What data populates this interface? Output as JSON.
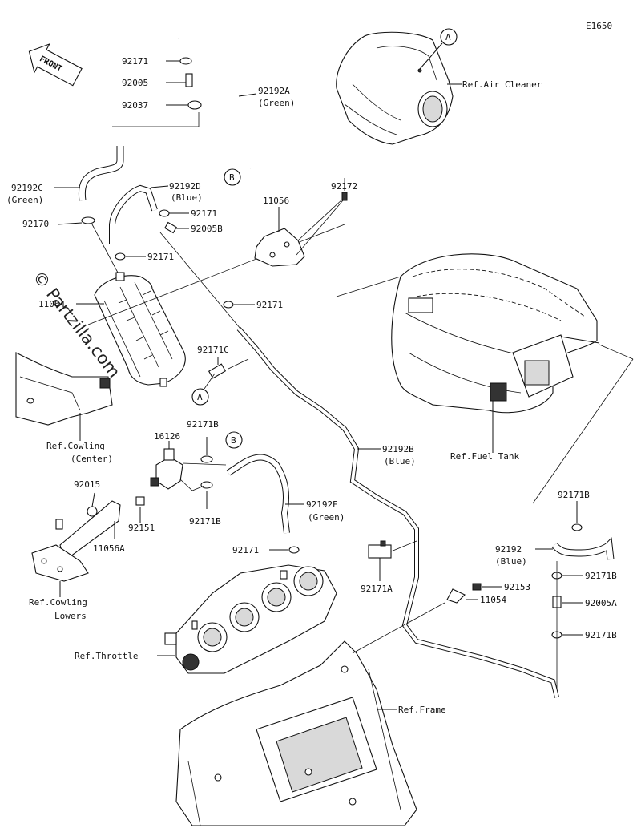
{
  "diagram_code": "E1650",
  "front_label": "FRONT",
  "watermark": "© Partzilla.com",
  "callouts": {
    "A": "A",
    "B": "B"
  },
  "labels": {
    "p92171_top": "92171",
    "p92005": "92005",
    "p92037": "92037",
    "p92192A": "92192A",
    "p92192A_color": "(Green)",
    "p92192C": "92192C",
    "p92192C_color": "(Green)",
    "p92170": "92170",
    "p92192D": "92192D",
    "p92192D_color": "(Blue)",
    "p92171_d": "92171",
    "p92005B": "92005B",
    "p92171_e": "92171",
    "p11056": "11056",
    "p92172": "92172",
    "p92171_f": "92171",
    "p11064": "11064",
    "p92171C": "92171C",
    "p92171B_1": "92171B",
    "p16126": "16126",
    "p92015": "92015",
    "p92151": "92151",
    "p11056A": "11056A",
    "p92171B_2": "92171B",
    "p92192E": "92192E",
    "p92192E_color": "(Green)",
    "p92171_g": "92171",
    "p92192B": "92192B",
    "p92192B_color": "(Blue)",
    "p92171A": "92171A",
    "p92153": "92153",
    "p11054": "11054",
    "p92171B_r1": "92171B",
    "p92192": "92192",
    "p92192_color": "(Blue)",
    "p92171B_r2": "92171B",
    "p92005A": "92005A",
    "p92171B_r3": "92171B"
  },
  "references": {
    "air_cleaner": "Ref.Air Cleaner",
    "fuel_tank": "Ref.Fuel Tank",
    "cowling_center_1": "Ref.Cowling",
    "cowling_center_2": "(Center)",
    "cowling_lowers_1": "Ref.Cowling",
    "cowling_lowers_2": "Lowers",
    "throttle": "Ref.Throttle",
    "frame": "Ref.Frame"
  }
}
